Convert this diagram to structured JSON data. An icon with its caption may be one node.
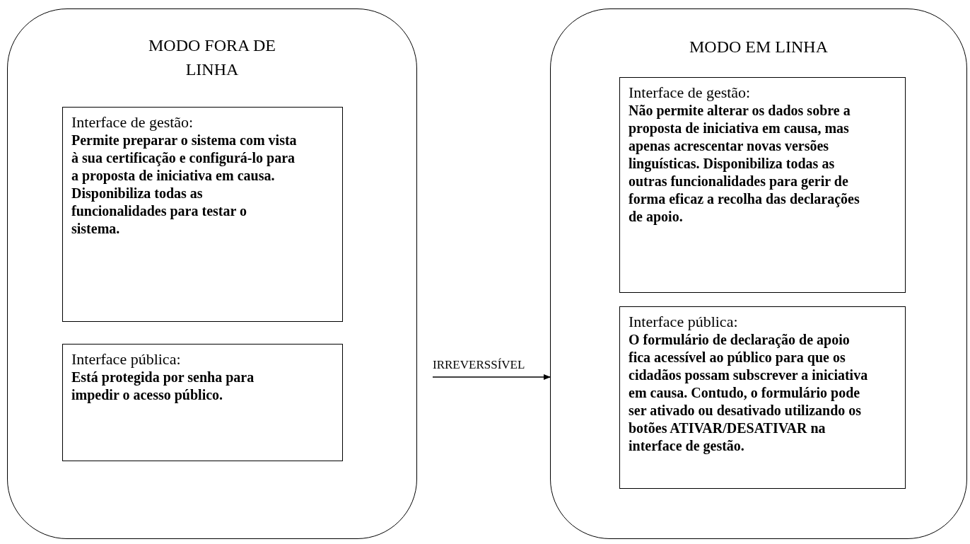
{
  "diagram": {
    "nodes": [
      {
        "text": [
          "MODO FORA DE LINHA"
        ]
      },
      {
        "text": [
          "Interface de gestão:",
          "Permite preparar o sistema com vista à sua certificação e configurá-lo para a proposta de iniciativa em causa. Disponibiliza todas as funcionalidades para testar o sistema."
        ],
        "in": 0
      },
      {
        "text": [
          "Interface pública:",
          "Está protegida por senha para impedir o acesso público."
        ],
        "in": 0
      },
      {
        "text": [
          "MODO EM LINHA"
        ]
      },
      {
        "text": [
          "Interface de gestão:",
          "Não permite alterar os dados sobre a proposta de iniciativa em causa, mas apenas acrescentar novas versões linguísticas. Disponibiliza todas as outras funcionalidades  para gerir de forma eficaz a recolha das declarações de apoio."
        ],
        "in": 3
      },
      {
        "text": [
          "Interface pública:",
          "O formulário de declaração de apoio fica acessível ao público para que os cidadãos possam subscrever a iniciativa em causa. Contudo, o formulário pode ser ativado ou desativado utilizando os botões ATIVAR/DESATIVAR na interface de gestão."
        ],
        "in": 3
      }
    ],
    "edges": [
      {
        "from": 0,
        "to": 3,
        "arrow": "to",
        "label": "IRREVERSSÍVEL"
      }
    ]
  }
}
